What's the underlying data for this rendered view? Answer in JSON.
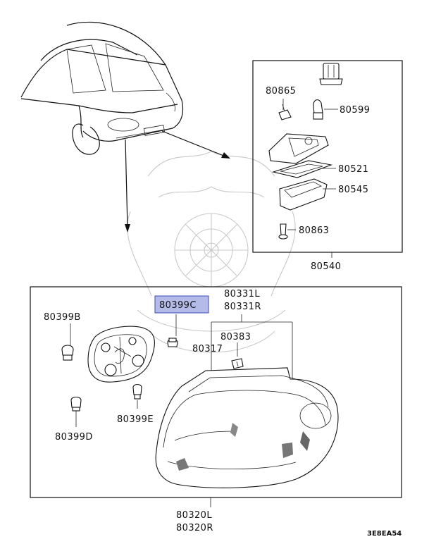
{
  "labels": {
    "p80865": "80865",
    "p80599": "80599",
    "p80521": "80521",
    "p80545": "80545",
    "p80863": "80863",
    "p80540": "80540",
    "p80331l": "80331L",
    "p80331r": "80331R",
    "p80399c": "80399C",
    "p80399b": "80399B",
    "p80383": "80383",
    "p80317": "80317",
    "p80399e": "80399E",
    "p80399d": "80399D",
    "p80320l": "80320L",
    "p80320r": "80320R"
  },
  "diagram_code": "3E8EA54",
  "highlight": {
    "part": "80399C",
    "fill": "#b4bbe8",
    "stroke": "#3b4bb5"
  },
  "colors": {
    "line": "#111111",
    "watermark": "#c9c9c9"
  }
}
